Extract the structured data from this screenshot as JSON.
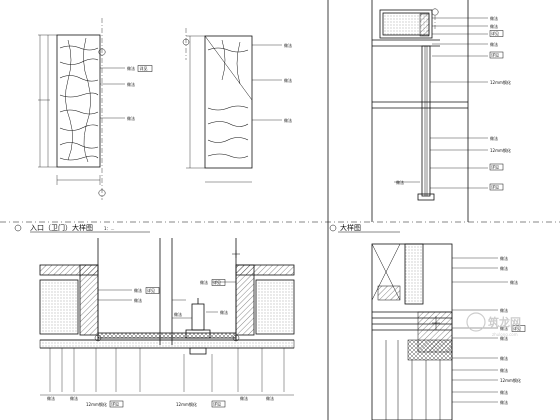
{
  "drawing": {
    "title_left": "入口（卫门）大样图",
    "title_left_scale": "1：…",
    "title_right": "大样图",
    "tag_short": "做法",
    "tag_box_text": "详见",
    "dim_12mm": "12mm钢化",
    "watermark_cn": "筑龙网",
    "watermark_en": "zhulong.com"
  },
  "colors": {
    "line": "#111111",
    "background": "#ffffff",
    "watermark": "#c8c8c8"
  }
}
